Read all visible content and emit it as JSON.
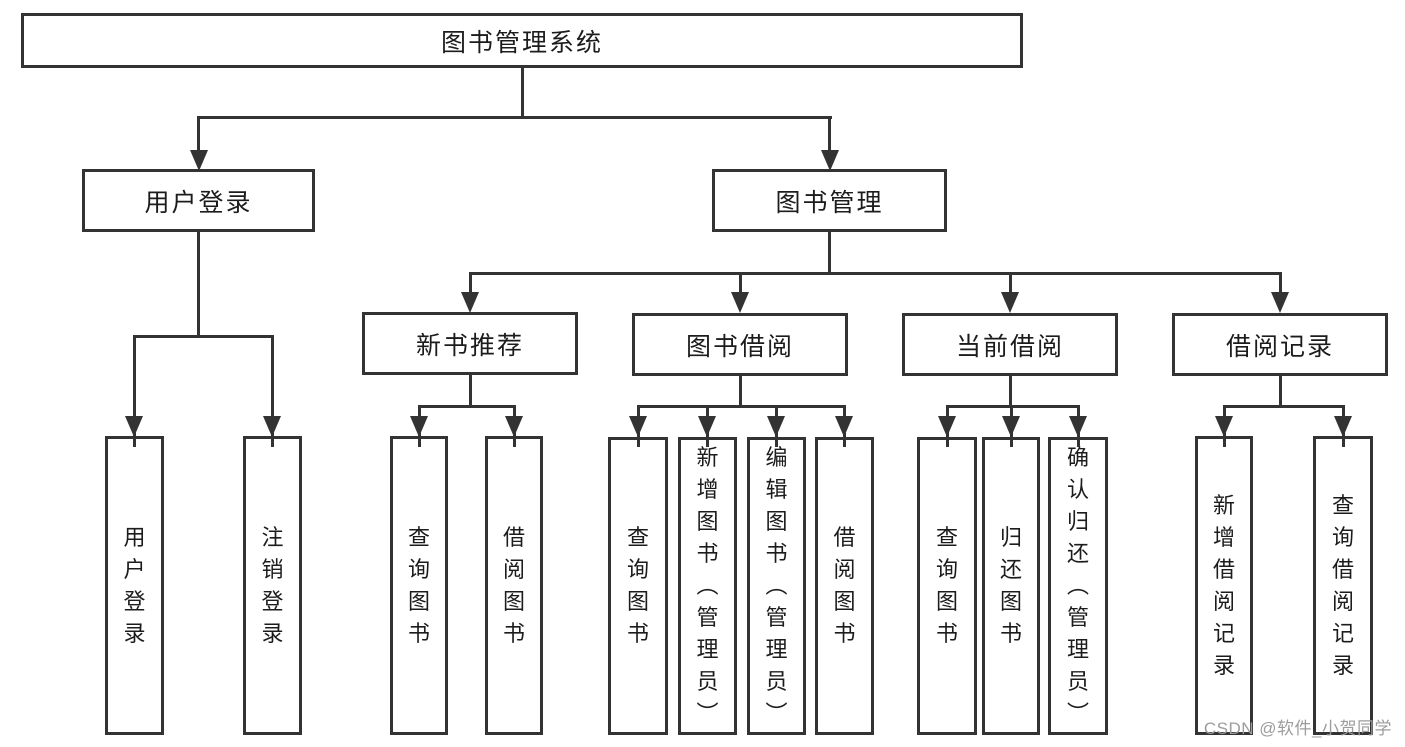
{
  "tree": {
    "root": {
      "label": "图书管理系统"
    },
    "children": [
      {
        "label": "用户登录",
        "children": [
          {
            "label": "用户登录"
          },
          {
            "label": "注销登录"
          }
        ]
      },
      {
        "label": "图书管理",
        "children": [
          {
            "label": "新书推荐",
            "children": [
              {
                "label": "查询图书"
              },
              {
                "label": "借阅图书"
              }
            ]
          },
          {
            "label": "图书借阅",
            "children": [
              {
                "label": "查询图书"
              },
              {
                "label": "新增图书（管理员）"
              },
              {
                "label": "编辑图书（管理员）"
              },
              {
                "label": "借阅图书"
              }
            ]
          },
          {
            "label": "当前借阅",
            "children": [
              {
                "label": "查询图书"
              },
              {
                "label": "归还图书"
              },
              {
                "label": "确认归还（管理员）"
              }
            ]
          },
          {
            "label": "借阅记录",
            "children": [
              {
                "label": "新增借阅记录"
              },
              {
                "label": "查询借阅记录"
              }
            ]
          }
        ]
      }
    ]
  },
  "watermark": {
    "text": "CSDN @软件_小贺同学"
  },
  "colors": {
    "line": "#333333",
    "text": "#1c1c1c",
    "watermark": "#9c9c9c",
    "background": "#ffffff"
  }
}
